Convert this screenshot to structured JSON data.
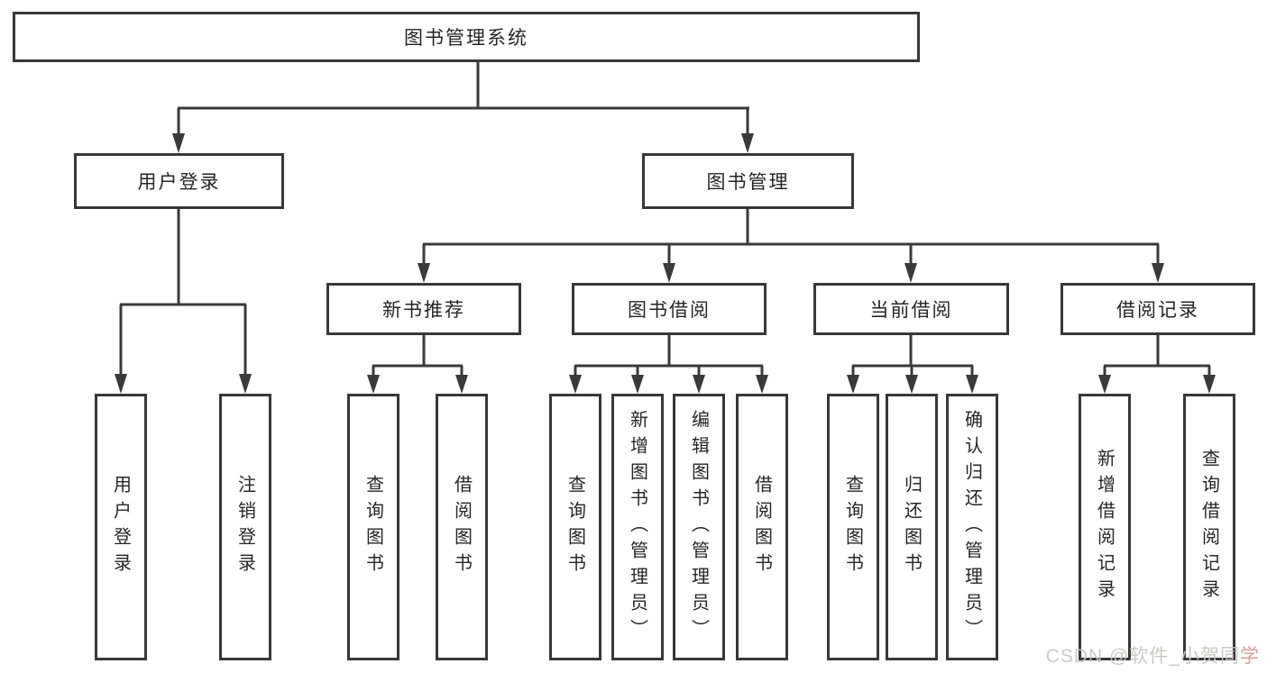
{
  "diagram_type": "hierarchy-chart",
  "colors": {
    "background": "#ffffff",
    "line": "#3a3a3a",
    "box_border": "#383838",
    "text": "#262626",
    "watermark_gray": "#c6c5c4",
    "watermark_red": "#cf958d"
  },
  "tree": {
    "label": "图书管理系统",
    "children": [
      {
        "label": "用户登录",
        "children": [
          {
            "label": "用户登录"
          },
          {
            "label": "注销登录"
          }
        ]
      },
      {
        "label": "图书管理",
        "children": [
          {
            "label": "新书推荐",
            "children": [
              {
                "label": "查询图书"
              },
              {
                "label": "借阅图书"
              }
            ]
          },
          {
            "label": "图书借阅",
            "children": [
              {
                "label": "查询图书"
              },
              {
                "label": "新增图书（管理员）"
              },
              {
                "label": "编辑图书（管理员）"
              },
              {
                "label": "借阅图书"
              }
            ]
          },
          {
            "label": "当前借阅",
            "children": [
              {
                "label": "查询图书"
              },
              {
                "label": "归还图书"
              },
              {
                "label": "确认归还（管理员）"
              }
            ]
          },
          {
            "label": "借阅记录",
            "children": [
              {
                "label": "新增借阅记录"
              },
              {
                "label": "查询借阅记录"
              }
            ]
          }
        ]
      }
    ]
  },
  "edges": [
    {
      "from": "图书管理系统",
      "to": "用户登录"
    },
    {
      "from": "图书管理系统",
      "to": "图书管理"
    },
    {
      "from": "用户登录",
      "to": "用户登录"
    },
    {
      "from": "用户登录",
      "to": "注销登录"
    },
    {
      "from": "图书管理",
      "to": "新书推荐"
    },
    {
      "from": "图书管理",
      "to": "图书借阅"
    },
    {
      "from": "图书管理",
      "to": "当前借阅"
    },
    {
      "from": "图书管理",
      "to": "借阅记录"
    },
    {
      "from": "新书推荐",
      "to": "查询图书"
    },
    {
      "from": "新书推荐",
      "to": "借阅图书"
    },
    {
      "from": "图书借阅",
      "to": "查询图书"
    },
    {
      "from": "图书借阅",
      "to": "新增图书（管理员）"
    },
    {
      "from": "图书借阅",
      "to": "编辑图书（管理员）"
    },
    {
      "from": "图书借阅",
      "to": "借阅图书"
    },
    {
      "from": "当前借阅",
      "to": "查询图书"
    },
    {
      "from": "当前借阅",
      "to": "归还图书"
    },
    {
      "from": "当前借阅",
      "to": "确认归还（管理员）"
    },
    {
      "from": "借阅记录",
      "to": "新增借阅记录"
    },
    {
      "from": "借阅记录",
      "to": "查询借阅记录"
    }
  ],
  "watermark": {
    "text": "CSDN @软件_小贺同学",
    "prefix": "CSDN @软件_小贺同",
    "suffix": "学"
  }
}
